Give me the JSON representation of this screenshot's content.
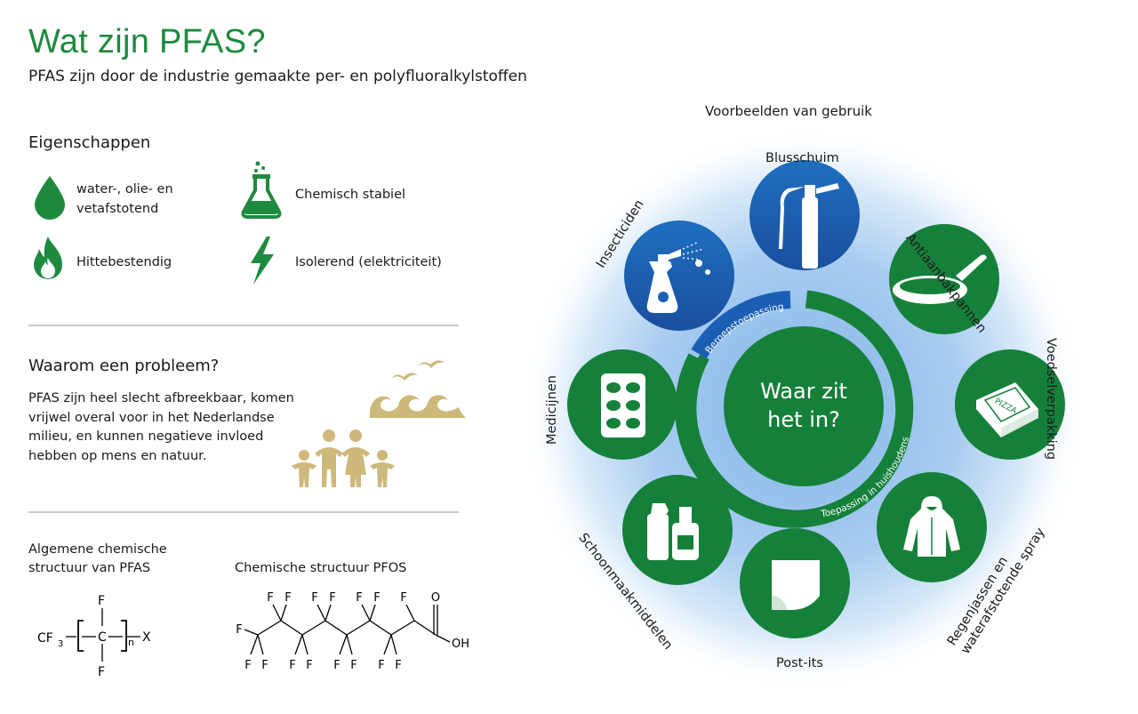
{
  "header": {
    "title": "Wat zijn PFAS?",
    "subtitle": "PFAS zijn door de industrie gemaakte per- en polyfluoralkylstoffen"
  },
  "properties": {
    "heading": "Eigenschappen",
    "items": [
      {
        "label": "water-, olie- en vetafstotend",
        "icon": "water-drop-icon"
      },
      {
        "label": "Chemisch stabiel",
        "icon": "flask-icon"
      },
      {
        "label": "Hittebestendig",
        "icon": "flame-icon"
      },
      {
        "label": "Isolerend (elektriciteit)",
        "icon": "lightning-icon"
      }
    ],
    "line1": "water-, olie- en",
    "line2": "vetafstotend"
  },
  "problem": {
    "heading": "Waarom een probleem?",
    "text": "PFAS zijn heel slecht afbreekbaar, komen vrijwel overal voor in het Nederlandse milieu, en kunnen negatieve invloed hebben op mens en natuur."
  },
  "chemistry": {
    "general_label_1": "Algemene chemische",
    "general_label_2": "structuur van PFAS",
    "pfos_label": "Chemische structuur PFOS",
    "general_formula": {
      "left": "CF",
      "sub": "3",
      "atom": "C",
      "top": "F",
      "bottom": "F",
      "n": "n",
      "right": "X"
    },
    "pfos_atoms": {
      "f": "F",
      "o": "O",
      "oh": "OH"
    }
  },
  "diagram": {
    "heading": "Voorbeelden van gebruik",
    "center_line1": "Waar zit",
    "center_line2": "het in?",
    "ring_professional": "Beroepstoepassing",
    "ring_household": "Toepassing in huishoudens",
    "categories": [
      {
        "label": "Blusschuim",
        "icon": "fire-extinguisher-icon"
      },
      {
        "label": "Antiaanbakpannen",
        "icon": "frying-pan-icon"
      },
      {
        "label": "Voedselverpakking",
        "icon": "pizza-box-icon"
      },
      {
        "label": "Regenjassen en",
        "label2": "waterafstotende spray",
        "icon": "raincoat-icon"
      },
      {
        "label": "Post-its",
        "icon": "sticky-note-icon"
      },
      {
        "label": "Schoonmaakmiddelen",
        "icon": "cleaning-bottles-icon"
      },
      {
        "label": "Medicijnen",
        "icon": "pills-icon"
      },
      {
        "label": "Insecticiden",
        "icon": "insect-spray-icon"
      }
    ],
    "pizza_text": "PIZZA"
  },
  "colors": {
    "green": "#1e8a3e",
    "dark_green": "#15803a",
    "blue": "#1a5fb4",
    "gold": "#cdb97b",
    "glow": "#a9cdf0"
  }
}
